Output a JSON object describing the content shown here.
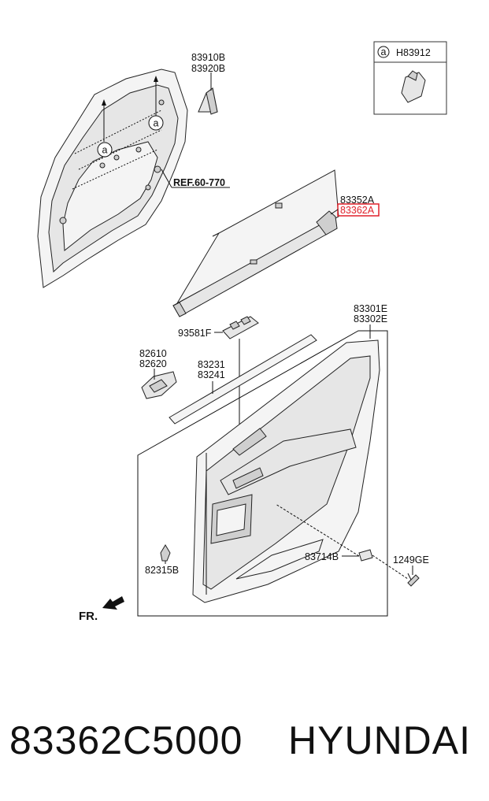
{
  "diagram": {
    "callouts": {
      "p83910B": "83910B",
      "p83920B": "83920B",
      "ref": "REF.60-770",
      "p83352A": "83352A",
      "p83362A": "83362A",
      "p93581F": "93581F",
      "p83301E": "83301E",
      "p83302E": "83302E",
      "p82610": "82610",
      "p82620": "82620",
      "p83231": "83231",
      "p83241": "83241",
      "p82315B": "82315B",
      "p83714B": "83714B",
      "p1249GE": "1249GE",
      "front": "FR."
    },
    "legend_box": {
      "marker": "a",
      "part": "H83912"
    },
    "markers": [
      "a",
      "a"
    ],
    "highlight_color": "#e0202a"
  },
  "footer": {
    "part_number": "83362C5000",
    "brand": "HYUNDAI"
  }
}
